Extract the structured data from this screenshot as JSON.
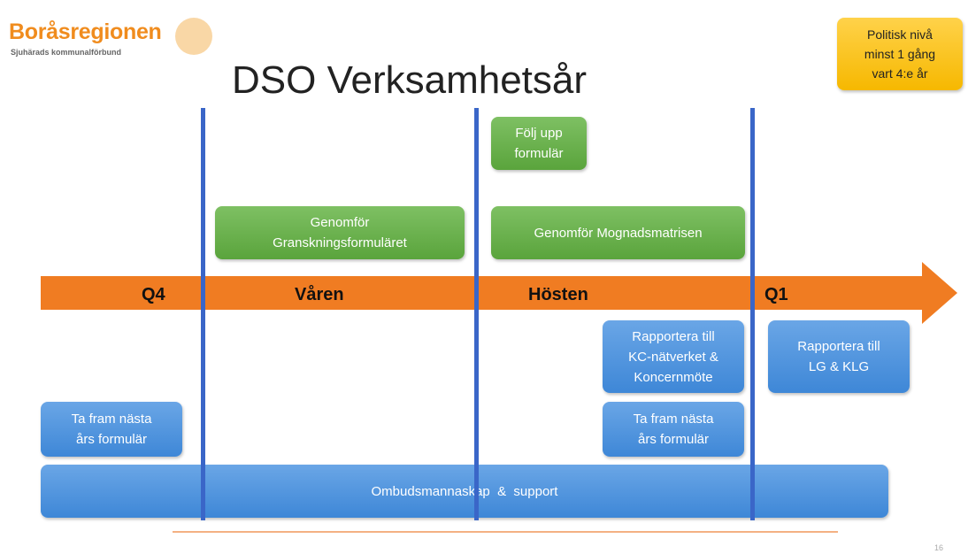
{
  "logo": {
    "name": "Boråsregionen",
    "subtitle": "Sjuhärads kommunalförbund"
  },
  "title": "DSO Verksamhetsår",
  "note": {
    "lines": [
      "Politisk nivå",
      "minst 1 gång",
      "vart 4:e år"
    ]
  },
  "periods": {
    "q4": "Q4",
    "varen": "Våren",
    "hosten": "Hösten",
    "q1": "Q1"
  },
  "boxes": {
    "folj_upp": [
      "Följ upp",
      "formulär"
    ],
    "granskning": [
      "Genomför",
      "Granskningsformuläret"
    ],
    "mognad": [
      "Genomför Mognadsmatrisen"
    ],
    "rapportera_kc": [
      "Rapportera till",
      "KC-nätverket &",
      "Koncernmöte"
    ],
    "rapportera_lg": [
      "Rapportera till",
      "LG & KLG"
    ],
    "ta_fram_q4": [
      "Ta fram nästa",
      "års formulär"
    ],
    "ta_fram_hosten": [
      "Ta fram nästa",
      "års formulär"
    ],
    "ombud": "Ombudsmannaskap  &  support"
  },
  "page_number": "16",
  "colors": {
    "arrow": "#f07c22",
    "green_box": "#5aa43c",
    "blue_box": "#3e87d7",
    "vertical_line": "#3a66c8",
    "note": "#f6b800",
    "logo": "#f08c1e"
  }
}
